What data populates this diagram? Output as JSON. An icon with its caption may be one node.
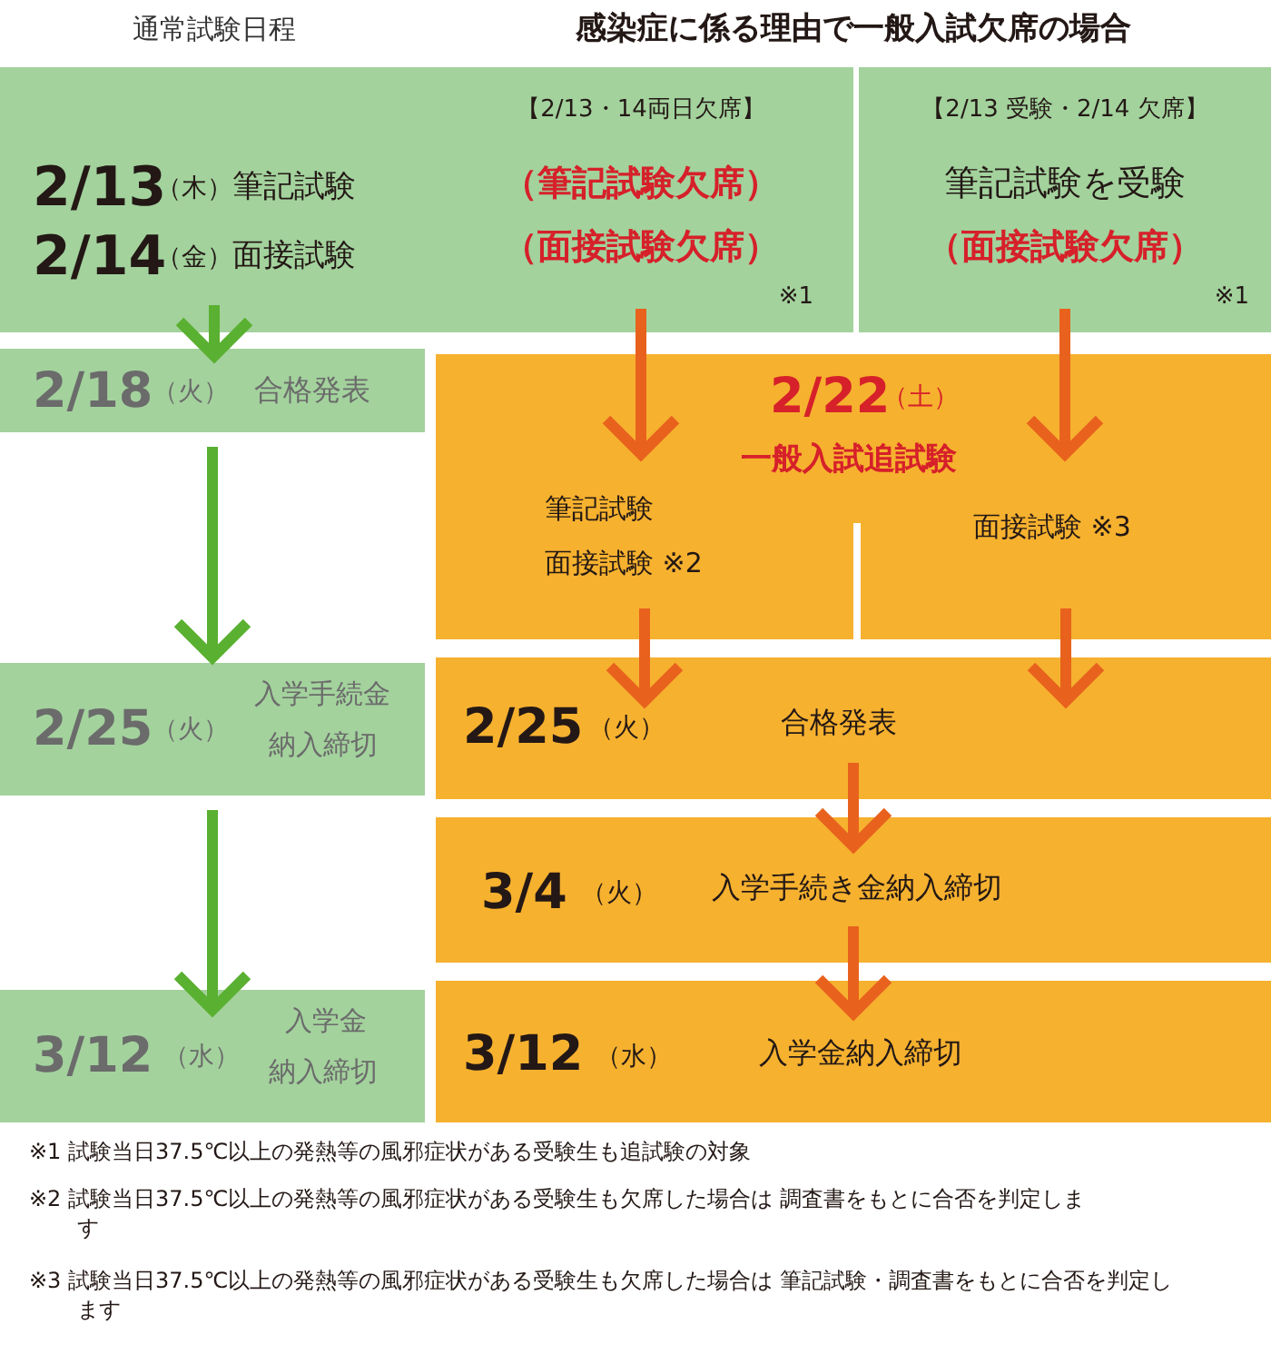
{
  "diagram": {
    "nodes": [
      {
        "text": [
          "2/13",
          "（木）",
          "筆記試験",
          "2/14",
          "（金）",
          "面接試験"
        ]
      },
      {
        "text": [
          "【2/13・14両日欠席】",
          "（筆記試験欠席）",
          "（面接試験欠席）",
          "※1"
        ]
      },
      {
        "text": [
          "【2/13 受験・2/14 欠席】",
          "筆記試験を受験",
          "（面接試験欠席）",
          "※1"
        ]
      },
      {
        "text": [
          "2/18",
          "（火）",
          "合格発表"
        ]
      },
      {
        "text": [
          "2/22",
          "（土）",
          "一般入試追試験"
        ]
      },
      {
        "text": [
          "筆記試験",
          "面接試験 ※2"
        ],
        "in": 4
      },
      {
        "text": [
          "面接試験 ※3"
        ],
        "in": 4
      },
      {
        "text": [
          "2/25",
          "（火）",
          "入学手続金",
          "納入締切"
        ]
      },
      {
        "text": [
          "2/25",
          "（火）",
          "合格発表"
        ]
      },
      {
        "text": [
          "3/4",
          "（火）",
          "入学手続き金納入締切"
        ]
      },
      {
        "text": [
          "3/12",
          "（水）",
          "入学金",
          "納入締切"
        ]
      },
      {
        "text": [
          "3/12",
          "（水）",
          "入学金納入締切"
        ]
      }
    ],
    "edges": [
      {
        "from": 0,
        "to": 3,
        "arrow": "to",
        "color": "#5ab031"
      },
      {
        "from": 3,
        "to": 7,
        "arrow": "to",
        "color": "#5ab031"
      },
      {
        "from": 7,
        "to": 10,
        "arrow": "to",
        "color": "#5ab031"
      },
      {
        "from": 1,
        "to": 5,
        "arrow": "to"
      },
      {
        "from": 2,
        "to": 6,
        "arrow": "to"
      },
      {
        "from": 5,
        "to": 8,
        "arrow": "to"
      },
      {
        "from": 6,
        "to": 8,
        "arrow": "to"
      },
      {
        "from": 8,
        "to": 9,
        "arrow": "to"
      },
      {
        "from": 9,
        "to": 11,
        "arrow": "to"
      }
    ],
    "labels": [
      "通常試験日程",
      "感染症に係る理由で一般入試欠席の場合",
      "※1 試験当日37.5℃以上の発熱等の風邪症状がある受験生も追試験の対象",
      "※2 試験当日37.5℃以上の発熱等の風邪症状がある受験生も欠席した場合は 調査書をもとに合否を判定します",
      "※3 試験当日37.5℃以上の発熱等の風邪症状がある受験生も欠席した場合は 筆記試験・調査書をもとに合否を判定します"
    ]
  }
}
